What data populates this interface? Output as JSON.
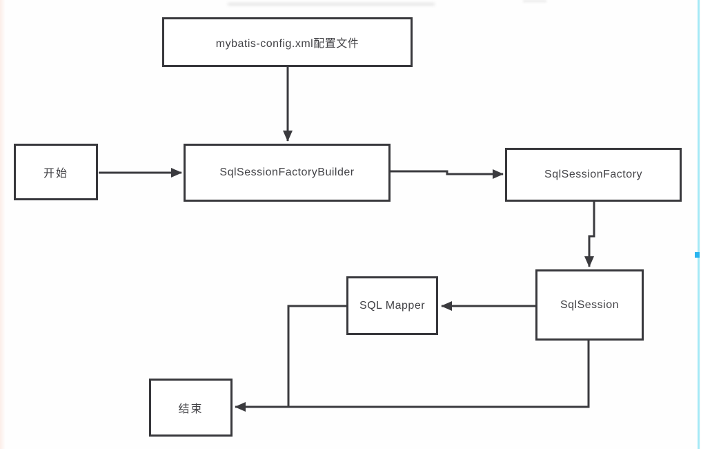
{
  "diagram": {
    "description": "MyBatis execution flow chart",
    "nodes": {
      "config": {
        "label": "mybatis-config.xml配置文件"
      },
      "start": {
        "label": "开始"
      },
      "builder": {
        "label": "SqlSessionFactoryBuilder"
      },
      "factory": {
        "label": "SqlSessionFactory"
      },
      "session": {
        "label": "SqlSession"
      },
      "mapper": {
        "label": "SQL Mapper"
      },
      "end": {
        "label": "结束"
      }
    },
    "edges": [
      {
        "from": "config",
        "to": "builder"
      },
      {
        "from": "start",
        "to": "builder"
      },
      {
        "from": "builder",
        "to": "factory"
      },
      {
        "from": "factory",
        "to": "session"
      },
      {
        "from": "session",
        "to": "mapper"
      },
      {
        "from": "mapper",
        "to": "end"
      },
      {
        "from": "session",
        "to": "end"
      }
    ],
    "colors": {
      "line": "#3a3a3e",
      "node_border": "#38383c",
      "node_fill": "#ffffff",
      "text": "#424246",
      "background": "#fefefe",
      "screen_edge_line": "#a5e9f6",
      "screen_edge_dot": "#28b4ef"
    }
  }
}
